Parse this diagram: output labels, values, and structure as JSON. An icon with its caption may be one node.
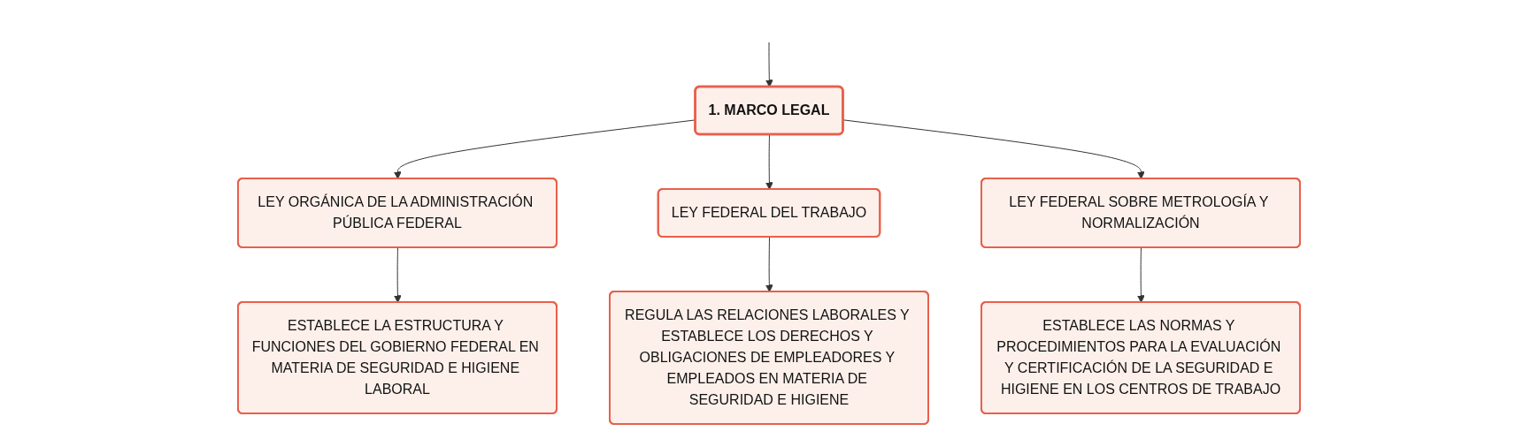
{
  "diagram": {
    "nodes": [
      {
        "text": [
          "1. MARCO LEGAL"
        ]
      },
      {
        "text": [
          "LEY ORGÁNICA DE LA ADMINISTRACIÓN PÚBLICA FEDERAL"
        ]
      },
      {
        "text": [
          "LEY FEDERAL DEL TRABAJO"
        ]
      },
      {
        "text": [
          "LEY FEDERAL SOBRE METROLOGÍA Y NORMALIZACIÓN"
        ]
      },
      {
        "text": [
          "ESTABLECE LA ESTRUCTURA Y FUNCIONES DEL GOBIERNO FEDERAL EN MATERIA DE SEGURIDAD E HIGIENE LABORAL"
        ]
      },
      {
        "text": [
          "REGULA LAS RELACIONES LABORALES Y ESTABLECE LOS DERECHOS Y OBLIGACIONES DE EMPLEADORES Y EMPLEADOS EN MATERIA DE SEGURIDAD E HIGIENE"
        ]
      },
      {
        "text": [
          "ESTABLECE LAS NORMAS Y PROCEDIMIENTOS PARA LA EVALUACIÓN Y CERTIFICACIÓN DE LA SEGURIDAD E HIGIENE EN LOS CENTROS DE TRABAJO"
        ]
      }
    ],
    "edges": [
      {
        "from": null,
        "to": 0,
        "arrow": "to"
      },
      {
        "from": 0,
        "to": 1,
        "arrow": "to"
      },
      {
        "from": 0,
        "to": 2,
        "arrow": "to"
      },
      {
        "from": 0,
        "to": 3,
        "arrow": "to"
      },
      {
        "from": 1,
        "to": 4,
        "arrow": "to"
      },
      {
        "from": 2,
        "to": 5,
        "arrow": "to"
      },
      {
        "from": 3,
        "to": 6,
        "arrow": "to"
      }
    ]
  }
}
